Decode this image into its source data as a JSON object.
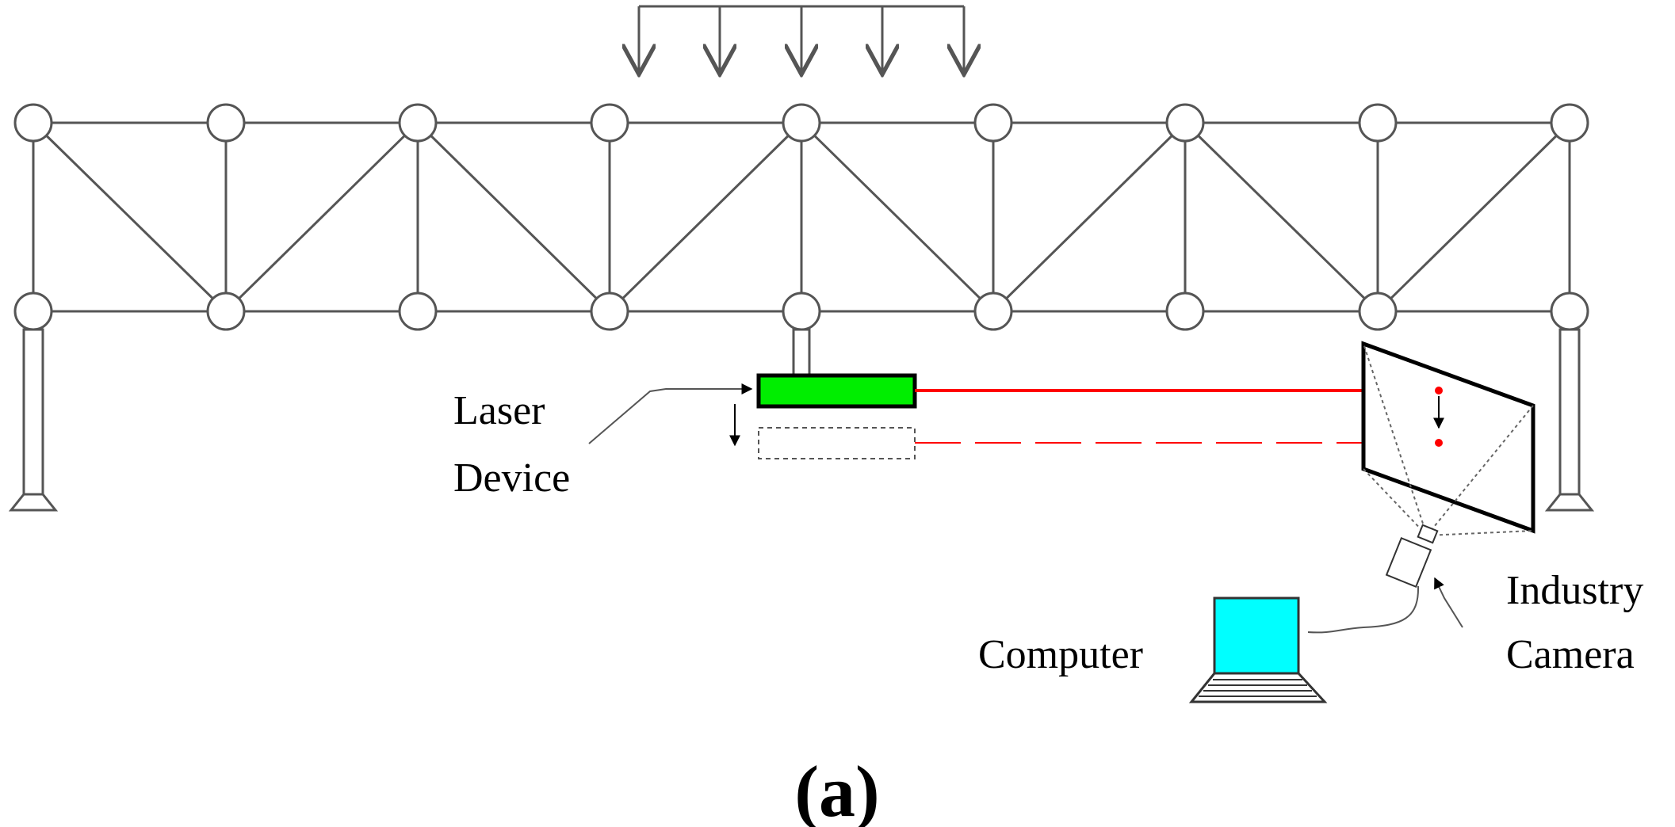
{
  "labels": {
    "laser_line1": "Laser",
    "laser_line2": "Device",
    "camera_line1": "Industry",
    "camera_line2": "Camera",
    "computer": "Computer",
    "panel": "(a)"
  },
  "colors": {
    "stroke": "#000000",
    "truss": "#555555",
    "laser_body": "#00ee00",
    "laser_beam": "#ff0000",
    "monitor": "#00ffff",
    "background": "#ffffff"
  },
  "icons": {
    "laser": "laser-device-icon",
    "camera": "camera-icon",
    "computer": "laptop-icon",
    "load": "distributed-load-arrows"
  }
}
